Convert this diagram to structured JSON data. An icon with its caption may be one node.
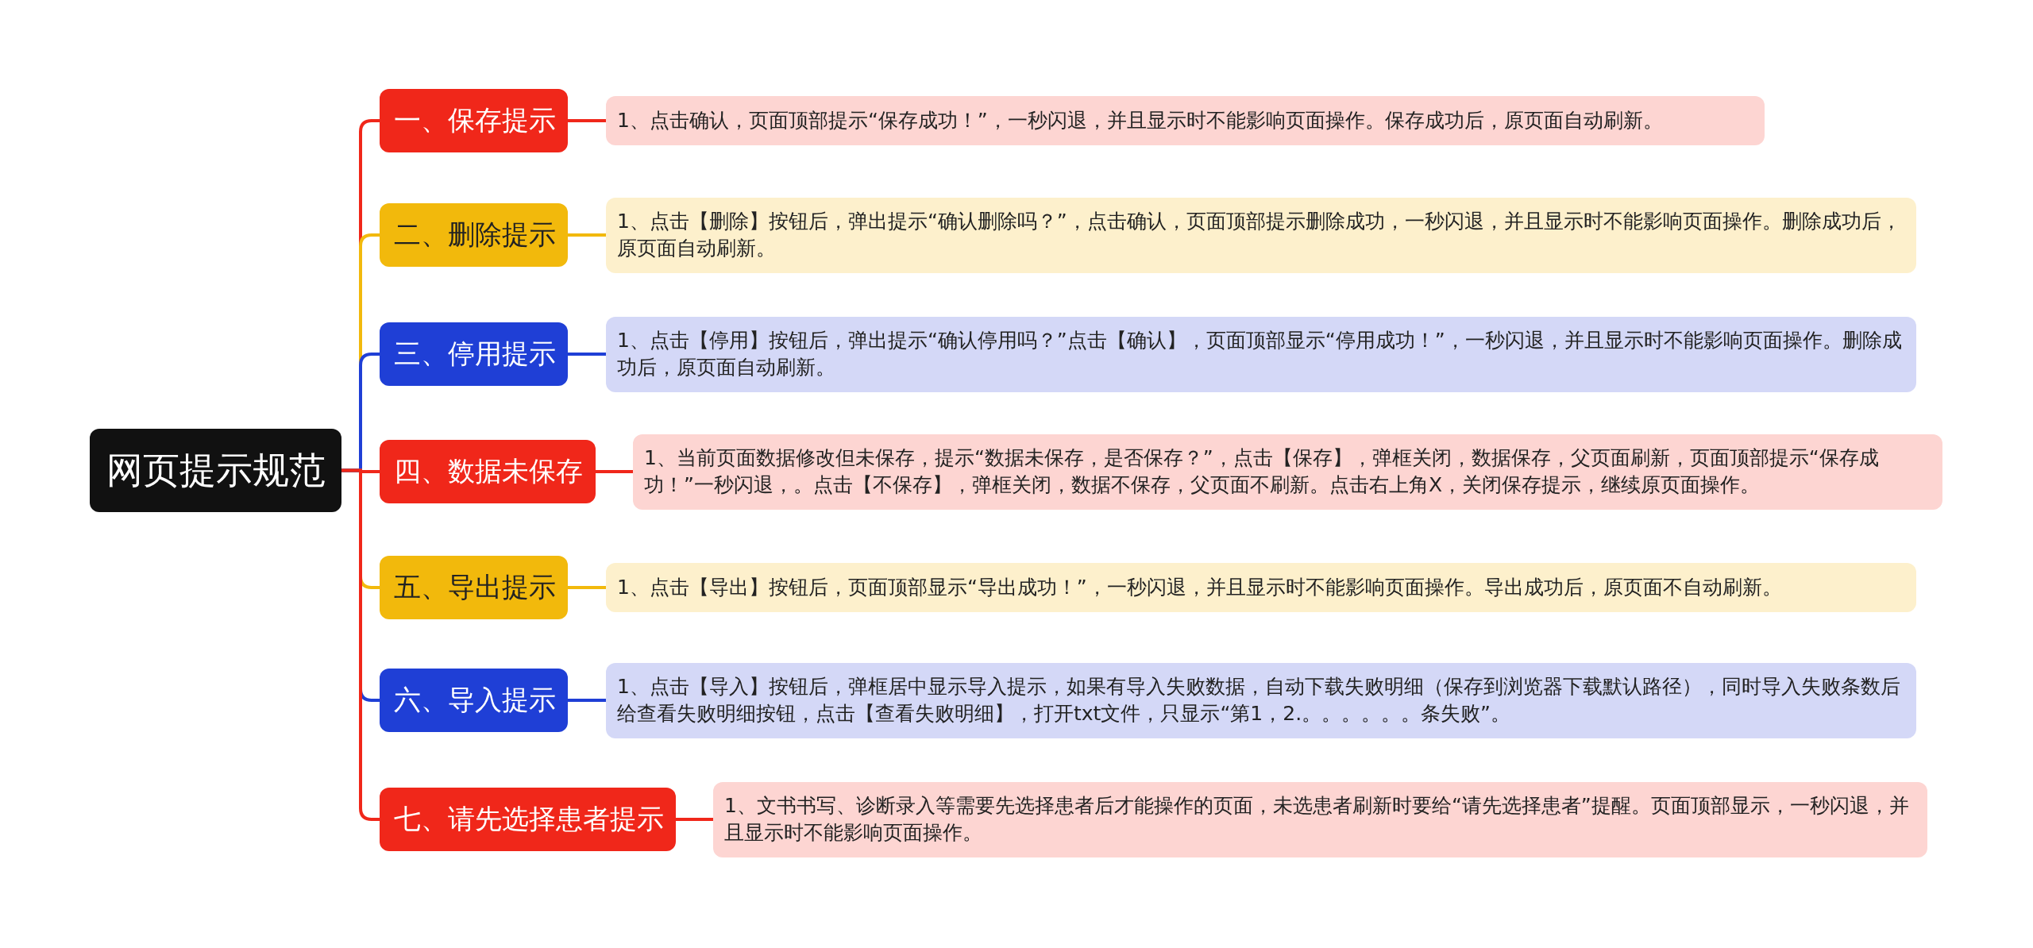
{
  "diagram": {
    "nodes": [
      {
        "text": [
          "网页提示规范"
        ]
      },
      {
        "text": [
          "一、保存提示"
        ]
      },
      {
        "text": [
          "1、点击确认，页面顶部提示“保存成功！”，一秒闪退，并且显示时不能影响页面操作。保存成功后，原页面自动刷新。"
        ]
      },
      {
        "text": [
          "二、删除提示"
        ]
      },
      {
        "text": [
          "1、点击【删除】按钮后，弹出提示“确认删除吗？”，点击确认，页面顶部提示删除成功，一秒闪退，并且显示时不能影响页面操作。删除成功后，原页面自动刷新。"
        ]
      },
      {
        "text": [
          "三、停用提示"
        ]
      },
      {
        "text": [
          "1、点击【停用】按钮后，弹出提示“确认停用吗？”点击【确认】，页面顶部显示“停用成功！”，一秒闪退，并且显示时不能影响页面操作。删除成功后，原页面自动刷新。"
        ]
      },
      {
        "text": [
          "四、数据未保存"
        ]
      },
      {
        "text": [
          "1、当前页面数据修改但未保存，提示“数据未保存，是否保存？”，点击【保存】，弹框关闭，数据保存，父页面刷新，页面顶部提示“保存成功！”一秒闪退，。点击【不保存】，弹框关闭，数据不保存，父页面不刷新。点击右上角X，关闭保存提示，继续原页面操作。"
        ]
      },
      {
        "text": [
          "五、导出提示"
        ]
      },
      {
        "text": [
          "1、点击【导出】按钮后，页面顶部显示“导出成功！”，一秒闪退，并且显示时不能影响页面操作。导出成功后，原页面不自动刷新。"
        ]
      },
      {
        "text": [
          "六、导入提示"
        ]
      },
      {
        "text": [
          "1、点击【导入】按钮后，弹框居中显示导入提示，如果有导入失败数据，自动下载失败明细（保存到浏览器下载默认路径），同时导入失败条数后给查看失败明细按钮，点击【查看失败明细】，打开txt文件，只显示“第1，2.。。。。。。条失败”。"
        ]
      },
      {
        "text": [
          "七、请先选择患者提示"
        ]
      },
      {
        "text": [
          "1、文书书写、诊断录入等需要先选择患者后才能操作的页面，未选患者刷新时要给“请先选择患者”提醒。页面顶部显示，一秒闪退，并且显示时不能影响页面操作。"
        ]
      }
    ],
    "edges": [
      {
        "from": 0,
        "to": 1,
        "arrow": "none"
      },
      {
        "from": 0,
        "to": 3,
        "arrow": "none",
        "color": "#f2b90c"
      },
      {
        "from": 0,
        "to": 5,
        "arrow": "none",
        "color": "#1f3fd6"
      },
      {
        "from": 0,
        "to": 7,
        "arrow": "none"
      },
      {
        "from": 0,
        "to": 9,
        "arrow": "none",
        "color": "#f2b90c"
      },
      {
        "from": 0,
        "to": 11,
        "arrow": "none",
        "color": "#1f3fd6"
      },
      {
        "from": 0,
        "to": 13,
        "arrow": "none"
      },
      {
        "from": 1,
        "to": 2,
        "arrow": "none"
      },
      {
        "from": 3,
        "to": 4,
        "arrow": "none",
        "color": "#f2b90c"
      },
      {
        "from": 5,
        "to": 6,
        "arrow": "none",
        "color": "#1f3fd6"
      },
      {
        "from": 7,
        "to": 8,
        "arrow": "none"
      },
      {
        "from": 9,
        "to": 10,
        "arrow": "none",
        "color": "#f2b90c"
      },
      {
        "from": 11,
        "to": 12,
        "arrow": "none",
        "color": "#1f3fd6"
      },
      {
        "from": 13,
        "to": 14,
        "arrow": "none"
      }
    ]
  }
}
